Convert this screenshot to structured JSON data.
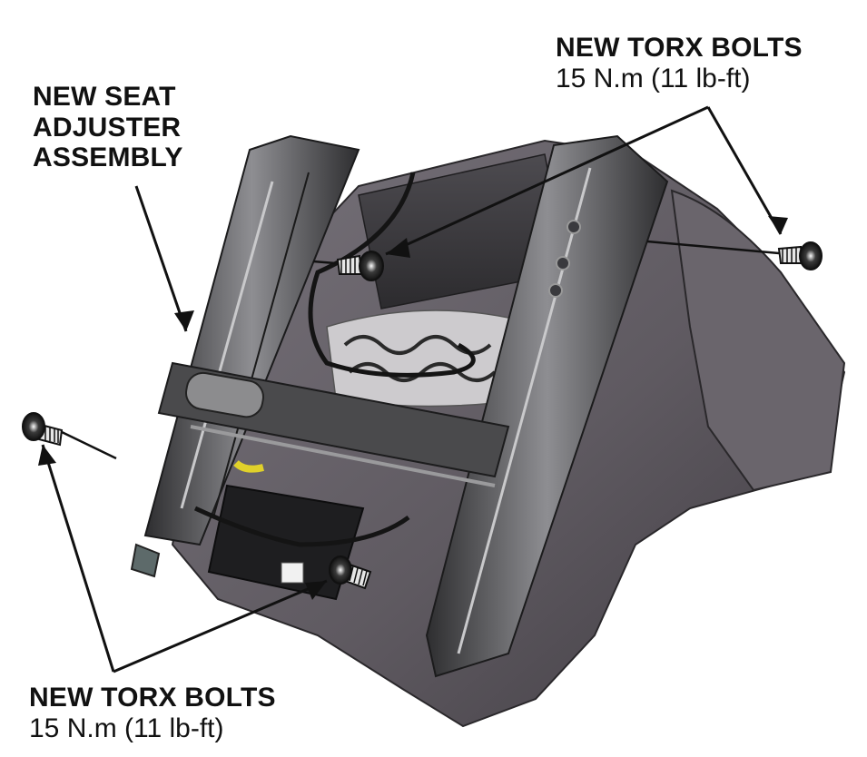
{
  "callouts": {
    "seat_adjuster": {
      "lines": [
        "NEW SEAT",
        "ADJUSTER",
        "ASSEMBLY"
      ]
    },
    "top_right_bolts": {
      "title": "NEW TORX BOLTS",
      "torque": "15 N.m (11 lb-ft)"
    },
    "bottom_left_bolts": {
      "title": "NEW TORX BOLTS",
      "torque": "15 N.m (11 lb-ft)"
    }
  },
  "colors": {
    "leader_line": "#111111",
    "cushion": "#5f5a61",
    "frame_metal": "#3b3b3d",
    "rail_highlight": "#a9a9ab",
    "bolt": "#2a2a2a"
  },
  "icons": [
    "torx-bolt-icon",
    "arrow-head-icon"
  ]
}
